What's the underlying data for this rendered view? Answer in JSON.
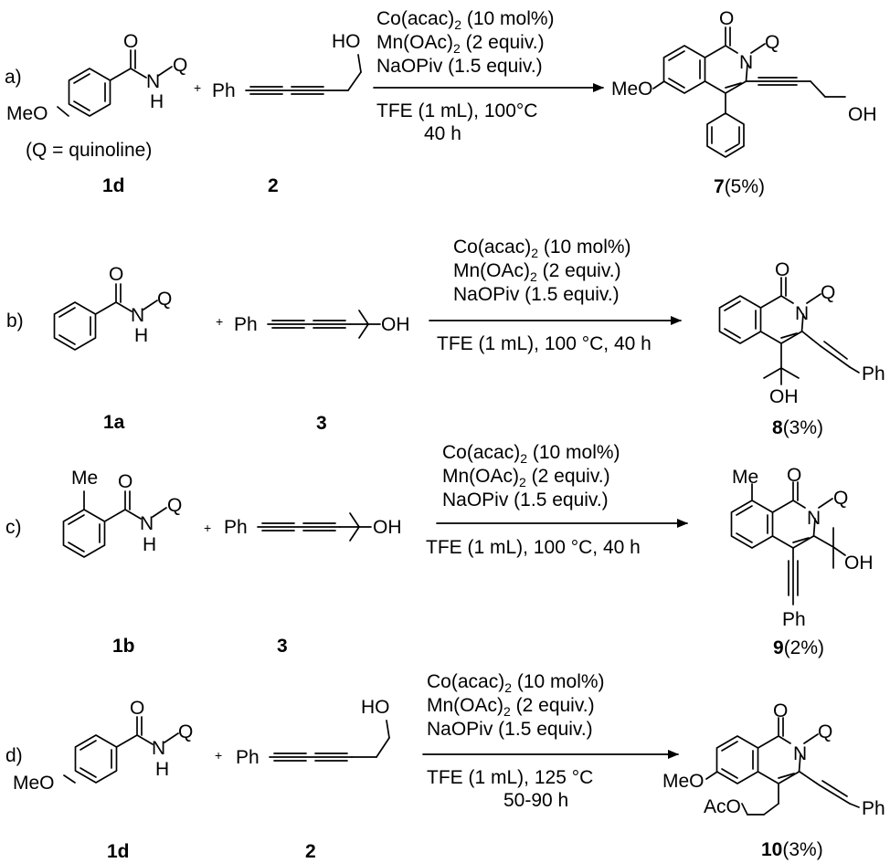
{
  "reactions": [
    {
      "id": "a",
      "label": "a)",
      "note": "(Q = quinoline)",
      "amide": {
        "id": "1d",
        "substituent": "MeO",
        "o": "O",
        "n": "N",
        "h": "H",
        "q": "Q"
      },
      "plus": "+",
      "alkyne": {
        "id": "2",
        "ph": "Ph",
        "oh": "HO"
      },
      "conditions": {
        "catalyst": {
          "pre": "Co(acac)",
          "sub": "2",
          "post": " (10 mol%)"
        },
        "oxidant": {
          "pre": "Mn(OAc)",
          "sub": "2",
          "post": " (2 equiv.)"
        },
        "additive": "NaOPiv (1.5 equiv.)",
        "solvent": "TFE (1 mL), 100°C",
        "time": "40 h"
      },
      "product": {
        "id": "7",
        "yield": "(5%)",
        "o": "O",
        "n": "N",
        "q": "Q",
        "meo": "MeO",
        "oh": "OH"
      }
    },
    {
      "id": "b",
      "label": "b)",
      "amide": {
        "id": "1a",
        "o": "O",
        "n": "N",
        "h": "H",
        "q": "Q"
      },
      "plus": "+",
      "alkyne": {
        "id": "3",
        "ph": "Ph",
        "oh": "OH"
      },
      "conditions": {
        "catalyst": {
          "pre": "Co(acac)",
          "sub": "2",
          "post": " (10 mol%)"
        },
        "oxidant": {
          "pre": "Mn(OAc)",
          "sub": "2",
          "post": " (2 equiv.)"
        },
        "additive": "NaOPiv (1.5 equiv.)",
        "solvent": "TFE (1 mL), 100 °C, 40 h"
      },
      "product": {
        "id": "8",
        "yield": "(3%)",
        "o": "O",
        "n": "N",
        "q": "Q",
        "oh": "OH",
        "ph": "Ph"
      }
    },
    {
      "id": "c",
      "label": "c)",
      "amide": {
        "id": "1b",
        "me": "Me",
        "o": "O",
        "n": "N",
        "h": "H",
        "q": "Q"
      },
      "plus": "+",
      "alkyne": {
        "id": "3",
        "ph": "Ph",
        "oh": "OH"
      },
      "conditions": {
        "catalyst": {
          "pre": "Co(acac)",
          "sub": "2",
          "post": " (10 mol%)"
        },
        "oxidant": {
          "pre": "Mn(OAc)",
          "sub": "2",
          "post": " (2 equiv.)"
        },
        "additive": "NaOPiv (1.5 equiv.)",
        "solvent": "TFE (1 mL), 100 °C, 40 h"
      },
      "product": {
        "id": "9",
        "yield": "(2%)",
        "me": "Me",
        "o": "O",
        "n": "N",
        "q": "Q",
        "oh": "OH",
        "ph": "Ph"
      }
    },
    {
      "id": "d",
      "label": "d)",
      "amide": {
        "id": "1d",
        "substituent": "MeO",
        "o": "O",
        "n": "N",
        "h": "H",
        "q": "Q"
      },
      "plus": "+",
      "alkyne": {
        "id": "2",
        "ph": "Ph",
        "oh": "HO"
      },
      "conditions": {
        "catalyst": {
          "pre": "Co(acac)",
          "sub": "2",
          "post": " (10 mol%)"
        },
        "oxidant": {
          "pre": "Mn(OAc)",
          "sub": "2",
          "post": " (2 equiv.)"
        },
        "additive": "NaOPiv (1.5 equiv.)",
        "solvent": "TFE (1 mL), 125 °C",
        "time": "50-90 h"
      },
      "product": {
        "id": "10",
        "yield": "(3%)",
        "o": "O",
        "n": "N",
        "q": "Q",
        "meo": "MeO",
        "aco": "AcO",
        "ph": "Ph"
      }
    }
  ]
}
